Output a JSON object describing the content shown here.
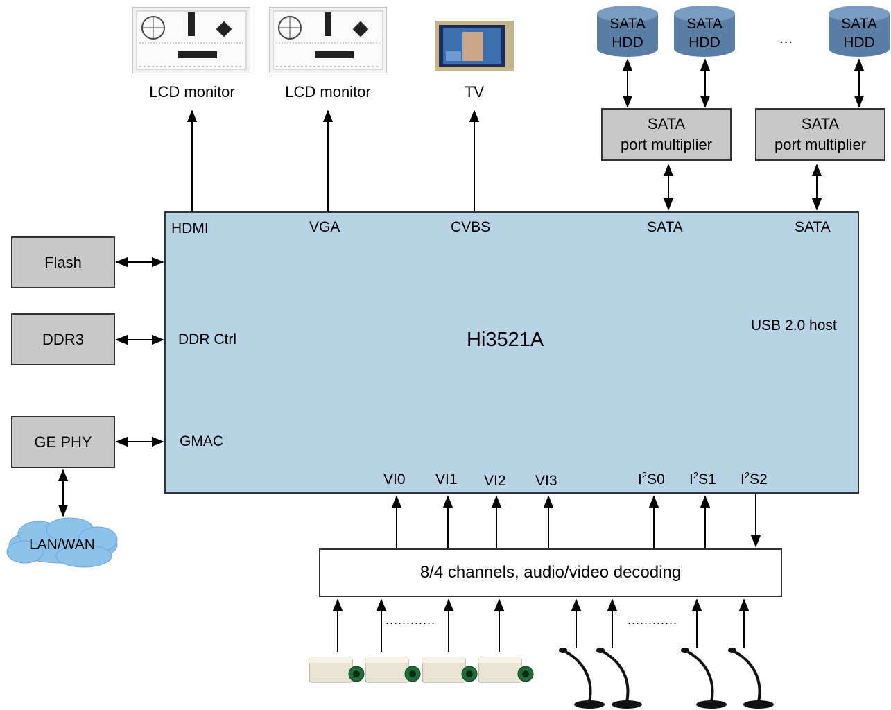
{
  "outputs": {
    "lcd1": "LCD monitor",
    "lcd2": "LCD monitor",
    "tv": "TV"
  },
  "storage": {
    "hdd1": [
      "SATA",
      "HDD"
    ],
    "hdd2": [
      "SATA",
      "HDD"
    ],
    "hdd3": [
      "SATA",
      "HDD"
    ],
    "ellipsis": "…",
    "pm1": [
      "SATA",
      "port multiplier"
    ],
    "pm2": [
      "SATA",
      "port multiplier"
    ]
  },
  "peripherals": {
    "flash": "Flash",
    "ddr3": "DDR3",
    "gephy": "GE PHY",
    "network": "LAN/WAN"
  },
  "chip": {
    "name": "Hi3521A",
    "hdmi": "HDMI",
    "vga": "VGA",
    "cvbs": "CVBS",
    "sata1": "SATA",
    "sata2": "SATA",
    "usb": "USB 2.0 host",
    "ddr_ctrl": "DDR Ctrl",
    "gmac": "GMAC",
    "vi0": "VI0",
    "vi1": "VI1",
    "vi2": "VI2",
    "vi3": "VI3",
    "i2s0": {
      "pre": "I",
      "sup": "2",
      "post": "S0"
    },
    "i2s1": {
      "pre": "I",
      "sup": "2",
      "post": "S1"
    },
    "i2s2": {
      "pre": "I",
      "sup": "2",
      "post": "S2"
    }
  },
  "decoder": {
    "label": "8/4 channels, audio/video decoding",
    "camera_dots": "............",
    "mic_dots": "............"
  },
  "colors": {
    "chip_fill": "#b7d3e5",
    "box_fill": "#c8c8c8",
    "hdd_fill": "#5b7ea6",
    "cloud_fill": "#8dc3ea"
  }
}
